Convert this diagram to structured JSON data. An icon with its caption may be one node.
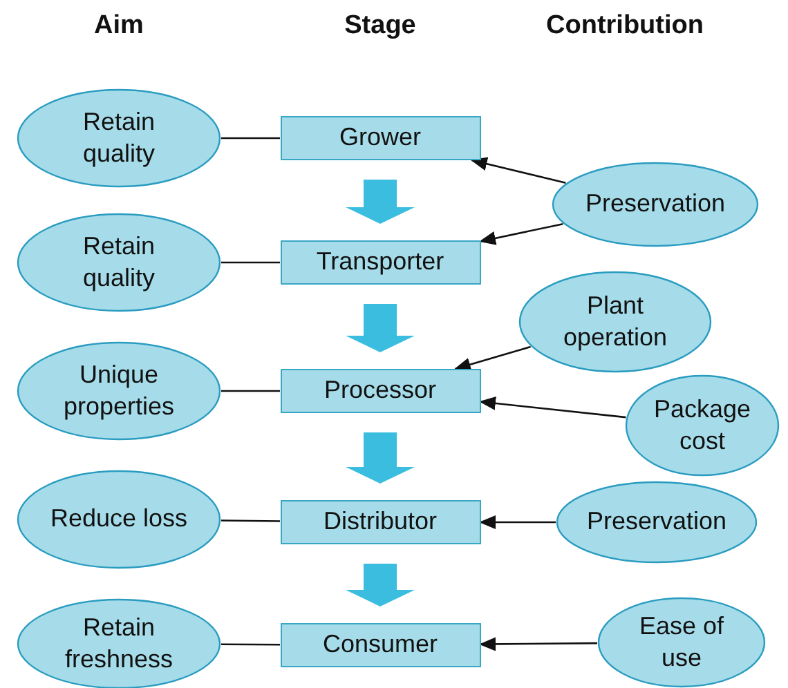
{
  "diagram": {
    "nodes": [
      {
        "text": [
          "Retain quality"
        ]
      },
      {
        "text": [
          "Grower"
        ]
      },
      {
        "text": [
          "Preservation"
        ]
      },
      {
        "text": [
          "Retain quality"
        ]
      },
      {
        "text": [
          "Transporter"
        ]
      },
      {
        "text": [
          "Plant operation"
        ]
      },
      {
        "text": [
          "Unique properties"
        ]
      },
      {
        "text": [
          "Processor"
        ]
      },
      {
        "text": [
          "Package cost"
        ]
      },
      {
        "text": [
          "Reduce loss"
        ]
      },
      {
        "text": [
          "Distributor"
        ]
      },
      {
        "text": [
          "Preservation"
        ]
      },
      {
        "text": [
          "Retain freshness"
        ]
      },
      {
        "text": [
          "Consumer"
        ]
      },
      {
        "text": [
          "Ease of use"
        ]
      }
    ],
    "edges": [
      {
        "from": 0,
        "to": 1,
        "arrow": "none"
      },
      {
        "from": 3,
        "to": 4,
        "arrow": "none"
      },
      {
        "from": 6,
        "to": 7,
        "arrow": "none"
      },
      {
        "from": 9,
        "to": 10,
        "arrow": "none"
      },
      {
        "from": 12,
        "to": 13,
        "arrow": "none"
      },
      {
        "from": 2,
        "to": 1,
        "arrow": "to"
      },
      {
        "from": 2,
        "to": 4,
        "arrow": "to"
      },
      {
        "from": 5,
        "to": 7,
        "arrow": "to"
      },
      {
        "from": 8,
        "to": 7,
        "arrow": "to"
      },
      {
        "from": 11,
        "to": 10,
        "arrow": "to"
      },
      {
        "from": 14,
        "to": 13,
        "arrow": "to"
      },
      {
        "from": 1,
        "to": 4,
        "arrow": "to",
        "style": "thick",
        "color": "#3bbde0"
      },
      {
        "from": 4,
        "to": 7,
        "arrow": "to",
        "style": "thick",
        "color": "#3bbde0"
      },
      {
        "from": 7,
        "to": 10,
        "arrow": "to",
        "style": "thick",
        "color": "#3bbde0"
      },
      {
        "from": 10,
        "to": 13,
        "arrow": "to",
        "style": "thick",
        "color": "#3bbde0"
      }
    ],
    "labels": [
      "Aim",
      "Stage",
      "Contribution"
    ]
  }
}
